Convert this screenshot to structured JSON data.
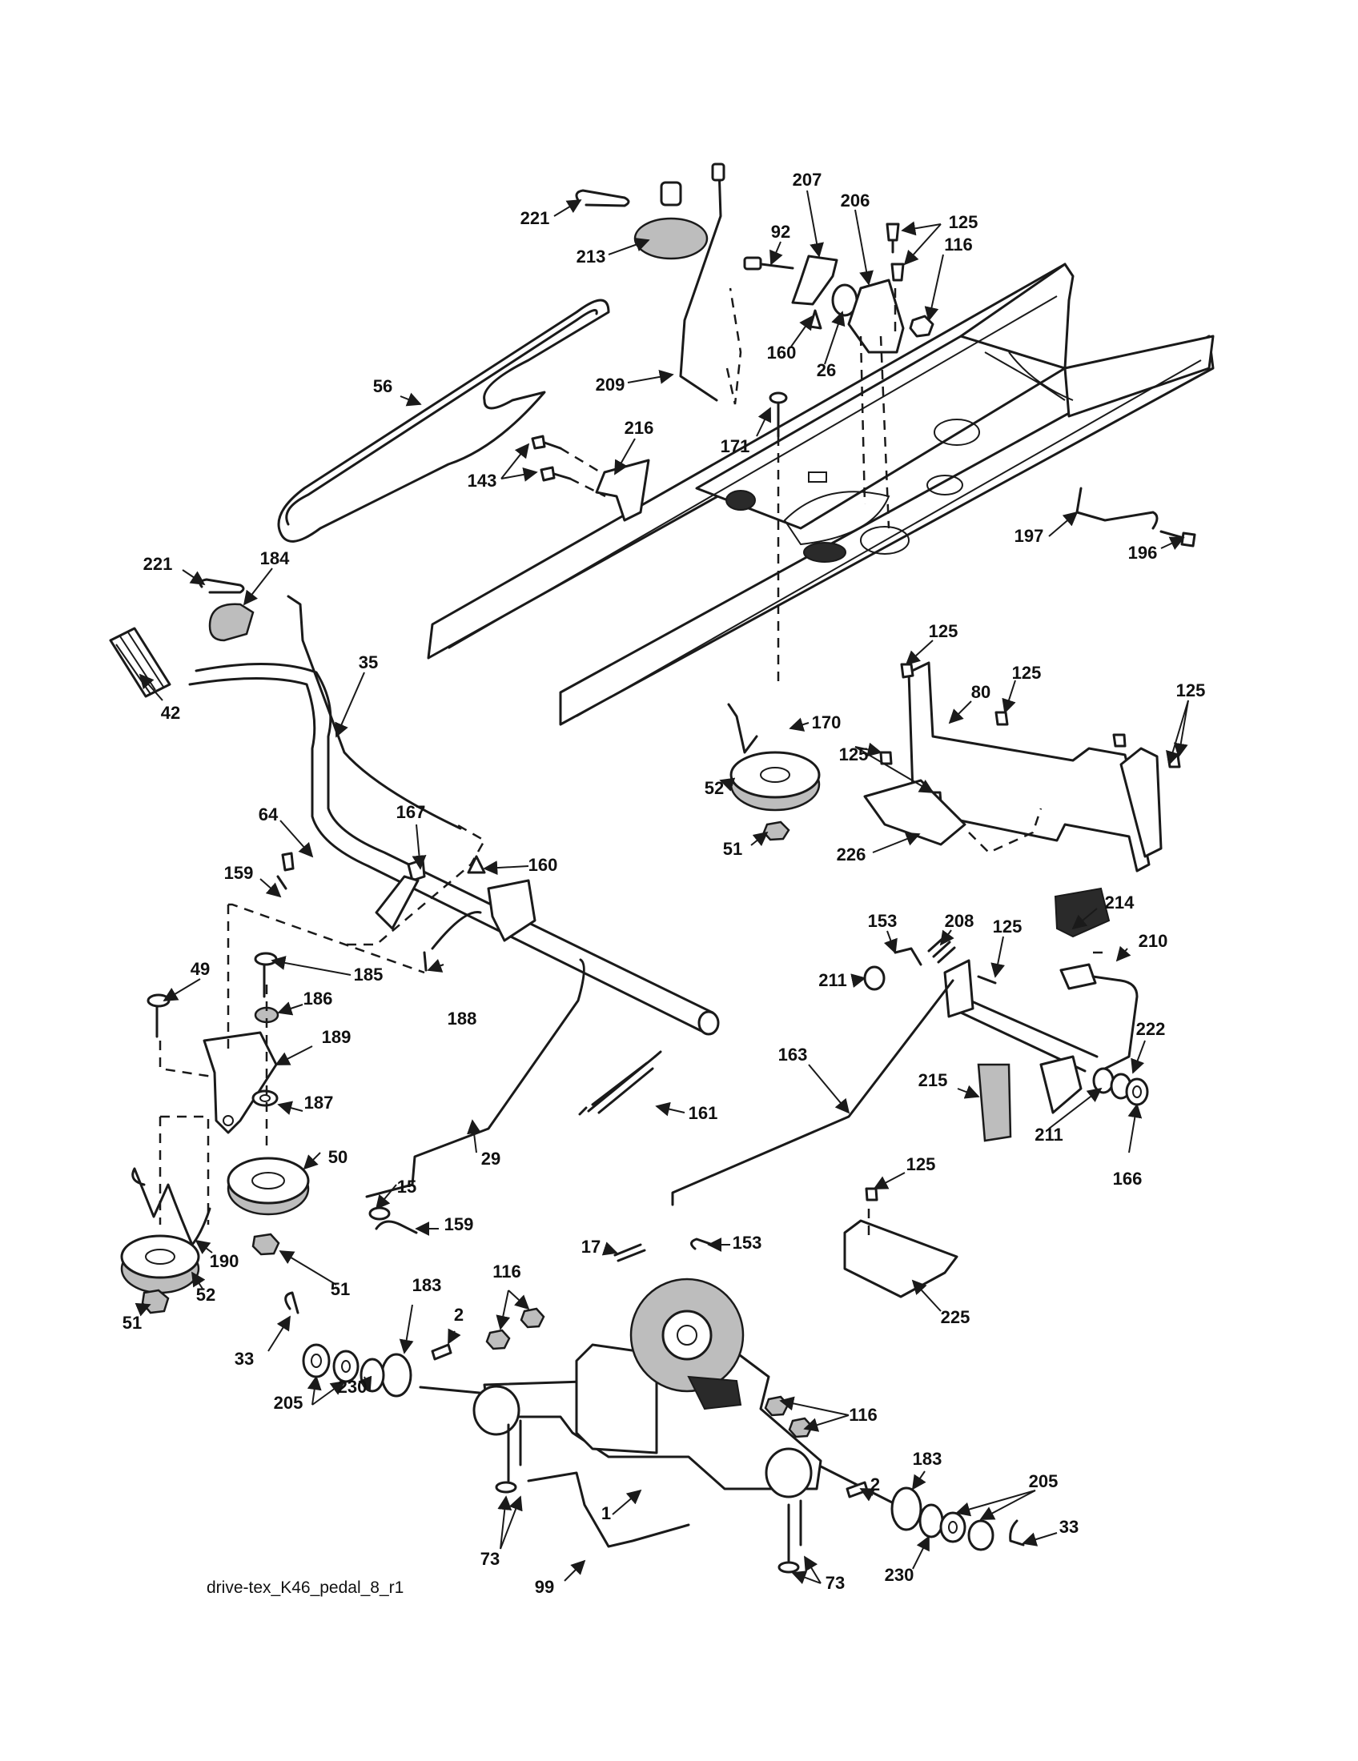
{
  "diagram_caption": "drive-tex_K46_pedal_8_r1",
  "callouts": {
    "c221a": "221",
    "c213": "213",
    "c207": "207",
    "c206": "206",
    "c125a": "125",
    "c92": "92",
    "c116a": "116",
    "c160a": "160",
    "c26": "26",
    "c209": "209",
    "c56": "56",
    "c216": "216",
    "c171": "171",
    "c143": "143",
    "c197": "197",
    "c196": "196",
    "c221b": "221",
    "c184": "184",
    "c42": "42",
    "c35": "35",
    "c125b": "125",
    "c125c": "125",
    "c80": "80",
    "c125d": "125",
    "c170": "170",
    "c125e": "125",
    "c52a": "52",
    "c64": "64",
    "c167": "167",
    "c160b": "160",
    "c51a": "51",
    "c226": "226",
    "c159a": "159",
    "c214": "214",
    "c153a": "153",
    "c208": "208",
    "c125f": "125",
    "c210": "210",
    "c49": "49",
    "c185": "185",
    "c211a": "211",
    "c186": "186",
    "c188": "188",
    "c189": "189",
    "c222": "222",
    "c163": "163",
    "c215": "215",
    "c161": "161",
    "c187": "187",
    "c211b": "211",
    "c166": "166",
    "c29": "29",
    "c50": "50",
    "c15": "15",
    "c125g": "125",
    "c159b": "159",
    "c17": "17",
    "c153b": "153",
    "c190": "190",
    "c51b": "51",
    "c52b": "52",
    "c51c": "51",
    "c225": "225",
    "c183a": "183",
    "c116b": "116",
    "c2a": "2",
    "c33a": "33",
    "c205a": "205",
    "c230a": "230",
    "c116c": "116",
    "c2b": "2",
    "c183b": "183",
    "c1": "1",
    "c73a": "73",
    "c205b": "205",
    "c33b": "33",
    "c99": "99",
    "c73b": "73",
    "c230b": "230"
  }
}
